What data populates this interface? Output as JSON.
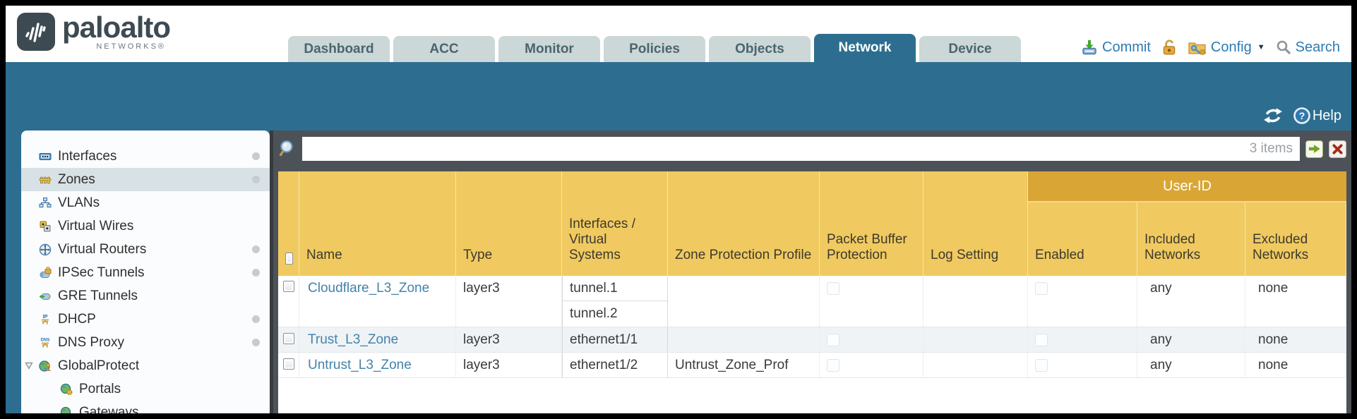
{
  "brand": {
    "name": "paloalto",
    "subtitle": "NETWORKS®"
  },
  "nav": {
    "tabs": [
      {
        "label": "Dashboard",
        "active": false
      },
      {
        "label": "ACC",
        "active": false
      },
      {
        "label": "Monitor",
        "active": false
      },
      {
        "label": "Policies",
        "active": false
      },
      {
        "label": "Objects",
        "active": false
      },
      {
        "label": "Network",
        "active": true
      },
      {
        "label": "Device",
        "active": false
      }
    ]
  },
  "toolbar": {
    "commit_label": "Commit",
    "config_label": "Config",
    "search_label": "Search"
  },
  "band": {
    "help_label": "Help"
  },
  "sidebar": {
    "items": [
      {
        "label": "Interfaces",
        "icon": "interfaces-icon",
        "dot": true,
        "selected": false
      },
      {
        "label": "Zones",
        "icon": "zones-icon",
        "dot": true,
        "selected": true
      },
      {
        "label": "VLANs",
        "icon": "vlans-icon",
        "dot": false,
        "selected": false
      },
      {
        "label": "Virtual Wires",
        "icon": "virtual-wires-icon",
        "dot": false,
        "selected": false
      },
      {
        "label": "Virtual Routers",
        "icon": "virtual-routers-icon",
        "dot": true,
        "selected": false
      },
      {
        "label": "IPSec Tunnels",
        "icon": "ipsec-tunnels-icon",
        "dot": true,
        "selected": false
      },
      {
        "label": "GRE Tunnels",
        "icon": "gre-tunnels-icon",
        "dot": false,
        "selected": false
      },
      {
        "label": "DHCP",
        "icon": "dhcp-icon",
        "dot": true,
        "selected": false
      },
      {
        "label": "DNS Proxy",
        "icon": "dns-proxy-icon",
        "dot": true,
        "selected": false
      },
      {
        "label": "GlobalProtect",
        "icon": "globalprotect-icon",
        "dot": false,
        "selected": false,
        "expanded": true
      },
      {
        "label": "Portals",
        "icon": "portals-icon",
        "dot": false,
        "selected": false,
        "child": true
      },
      {
        "label": "Gateways",
        "icon": "gateways-icon",
        "dot": false,
        "selected": false,
        "child": true
      }
    ]
  },
  "filter": {
    "value": "",
    "count": "3 items"
  },
  "table": {
    "group_header": "User-ID",
    "columns": [
      "",
      "Name",
      "Type",
      "Interfaces / Virtual Systems",
      "Zone Protection Profile",
      "Packet Buffer Protection",
      "Log Setting",
      "Enabled",
      "Included Networks",
      "Excluded Networks"
    ],
    "rows": [
      {
        "name": "Cloudflare_L3_Zone",
        "type": "layer3",
        "interfaces": [
          "tunnel.1",
          "tunnel.2"
        ],
        "zone_protection_profile": "",
        "log_setting": "",
        "included_networks": "any",
        "excluded_networks": "none"
      },
      {
        "name": "Trust_L3_Zone",
        "type": "layer3",
        "interfaces": [
          "ethernet1/1"
        ],
        "zone_protection_profile": "",
        "log_setting": "",
        "included_networks": "any",
        "excluded_networks": "none"
      },
      {
        "name": "Untrust_L3_Zone",
        "type": "layer3",
        "interfaces": [
          "ethernet1/2"
        ],
        "zone_protection_profile": "Untrust_Zone_Prof",
        "log_setting": "",
        "included_networks": "any",
        "excluded_networks": "none"
      }
    ]
  },
  "colors": {
    "accent_teal": "#2d6e90",
    "header_gold": "#f0ca60",
    "userid_gold": "#d9a636",
    "link_blue": "#4283aa",
    "panel_charcoal": "#4c5257"
  }
}
